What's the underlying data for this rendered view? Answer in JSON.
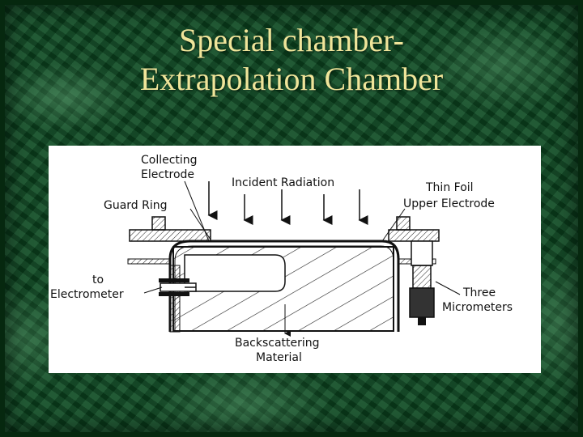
{
  "title": {
    "line1": "Special chamber-",
    "line2": "Extrapolation Chamber"
  },
  "diagram": {
    "labels": {
      "collecting_1": "Collecting",
      "collecting_2": "Electrode",
      "incident": "Incident Radiation",
      "thinfoil_1": "Thin Foil",
      "thinfoil_2": "Upper Electrode",
      "guard": "Guard Ring",
      "to_1": "to",
      "to_2": "Electrometer",
      "three_1": "Three",
      "three_2": "Micrometers",
      "back_1": "Backscattering",
      "back_2": "Material"
    }
  }
}
